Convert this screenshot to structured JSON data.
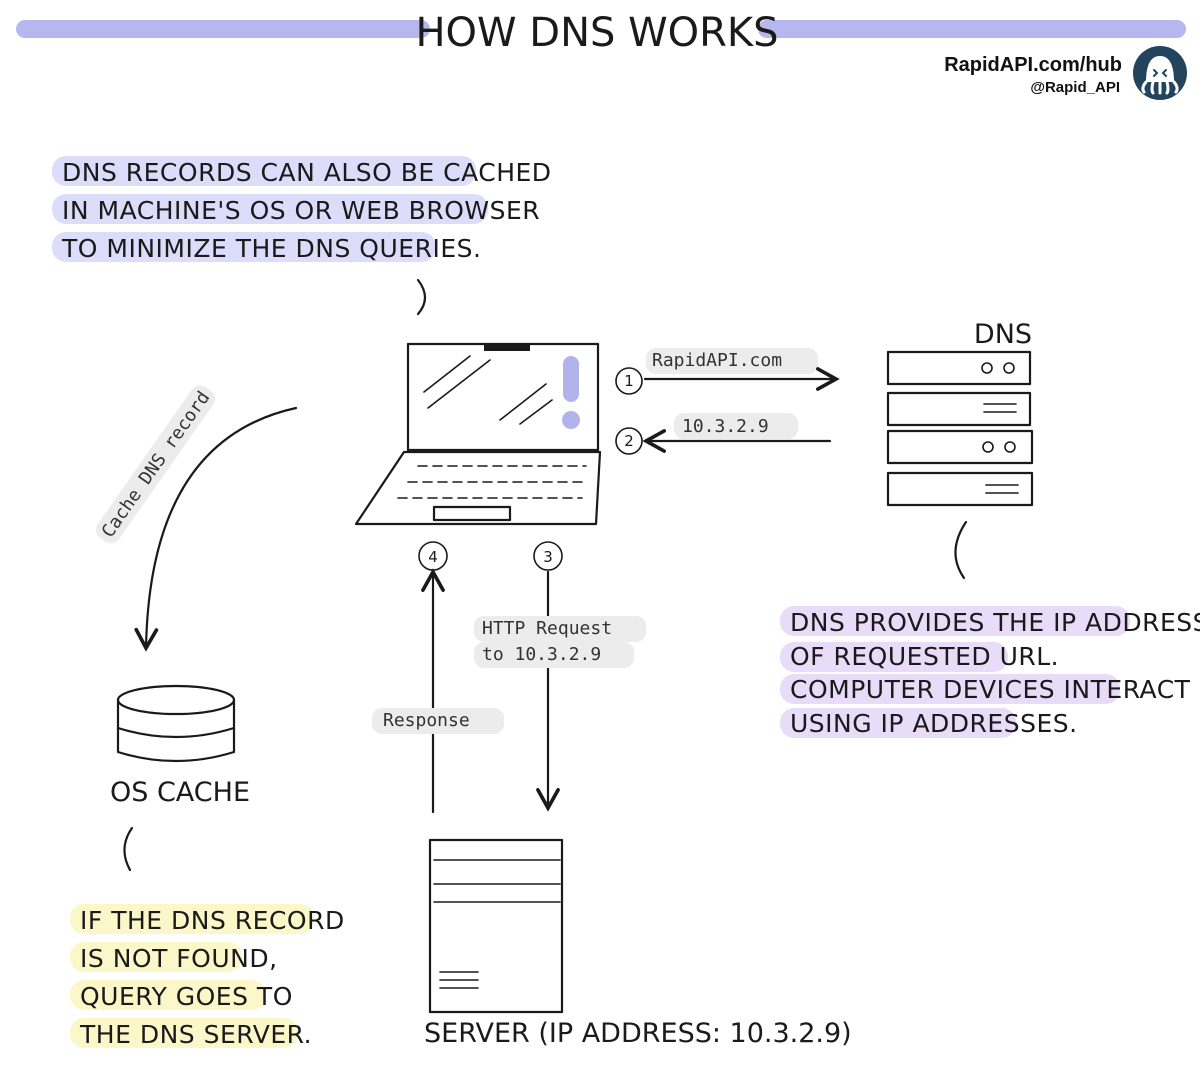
{
  "title": "HOW DNS WORKS",
  "brand": {
    "site": "RapidAPI.com/hub",
    "handle": "@Rapid_API",
    "logo_icon": "octopus-logo-icon"
  },
  "notes": {
    "cache_note": [
      "DNS RECORDS CAN ALSO BE CACHED",
      "IN MACHINE'S OS OR WEB BROWSER",
      "TO MINIMIZE THE DNS QUERIES."
    ],
    "dns_note": [
      "DNS PROVIDES THE IP ADDRESS",
      "OF REQUESTED URL.",
      "COMPUTER DEVICES INTERACT",
      "USING IP ADDRESSES."
    ],
    "miss_note": [
      "IF THE DNS RECORD",
      "IS NOT FOUND,",
      "QUERY GOES TO",
      "THE DNS SERVER."
    ]
  },
  "nodes": {
    "dns_label": "DNS",
    "os_cache_label": "OS CACHE",
    "server_label": "SERVER (IP ADDRESS: 10.3.2.9)"
  },
  "edges": {
    "step1": {
      "num": "1",
      "text": "RapidAPI.com"
    },
    "step2": {
      "num": "2",
      "text": "10.3.2.9"
    },
    "step3": {
      "num": "3",
      "text": [
        "HTTP Request",
        "to 10.3.2.9"
      ]
    },
    "step4": {
      "num": "4",
      "text": "Response"
    },
    "cache": "Cache DNS record"
  },
  "colors": {
    "title_bar": "#b7b7ef",
    "cache_highlight": "#dcdcfb",
    "dns_highlight": "#e9dcf9",
    "miss_highlight": "#fcf7c9",
    "label_bg": "#ececec",
    "laptop_screen": "#e9e9fd",
    "laptop_accent": "#b3b3ec",
    "dns_server": "#fbeef4",
    "os_cache": "#dbf7d8",
    "server_doc": "#fdecef",
    "logo_bg": "#24435c"
  }
}
